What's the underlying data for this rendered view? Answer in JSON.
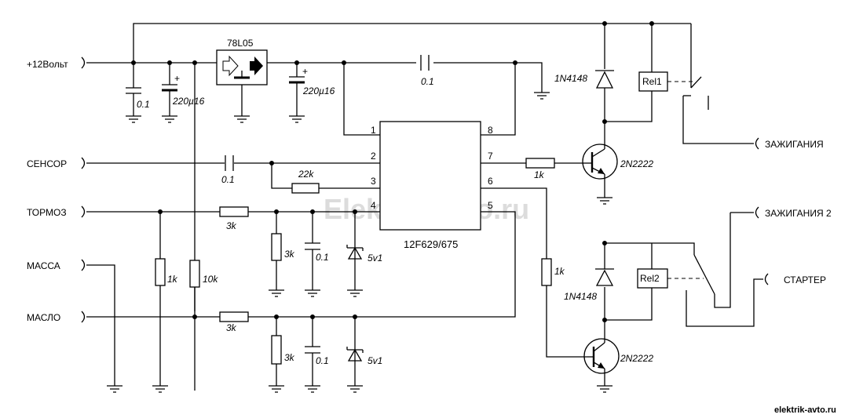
{
  "terminals": {
    "power": "+12Вольт",
    "sensor": "СЕНСОР",
    "brake": "ТОРМОЗ",
    "ground": "МАССА",
    "oil": "МАСЛО",
    "ignition": "ЗАЖИГАНИЯ",
    "ignition2": "ЗАЖИГАНИЯ 2",
    "starter": "СТАРТЕР"
  },
  "regulator": {
    "name": "78L05"
  },
  "microcontroller": {
    "name": "12F629/675",
    "pins": [
      "1",
      "2",
      "3",
      "4",
      "5",
      "6",
      "7",
      "8"
    ]
  },
  "capacitors": {
    "c_in_ceramic": "0.1",
    "c_in_electrolytic": "220µ16",
    "c_out_electrolytic": "220µ16",
    "c_top": "0.1",
    "c_sensor": "0.1",
    "c_brake": "0.1",
    "c_oil": "0.1",
    "polarity_mark": "+"
  },
  "resistors": {
    "r_sensor": "22k",
    "r_brake_series": "3k",
    "r_brake_shunt": "3k",
    "r_oil_series": "3k",
    "r_oil_shunt": "3k",
    "r_ground_pull": "1k",
    "r_oil_pull": "10k",
    "r_q1_base": "1k",
    "r_q2_base": "1k"
  },
  "zeners": {
    "z_brake": "5v1",
    "z_oil": "5v1"
  },
  "diodes": {
    "d1": "1N4148",
    "d2": "1N4148"
  },
  "transistors": {
    "q1": "2N2222",
    "q2": "2N2222"
  },
  "relays": {
    "k1": "Rel1",
    "k2": "Rel2"
  },
  "watermark": "Elektrik-avto.ru",
  "site_label": "elektrik-avto.ru"
}
